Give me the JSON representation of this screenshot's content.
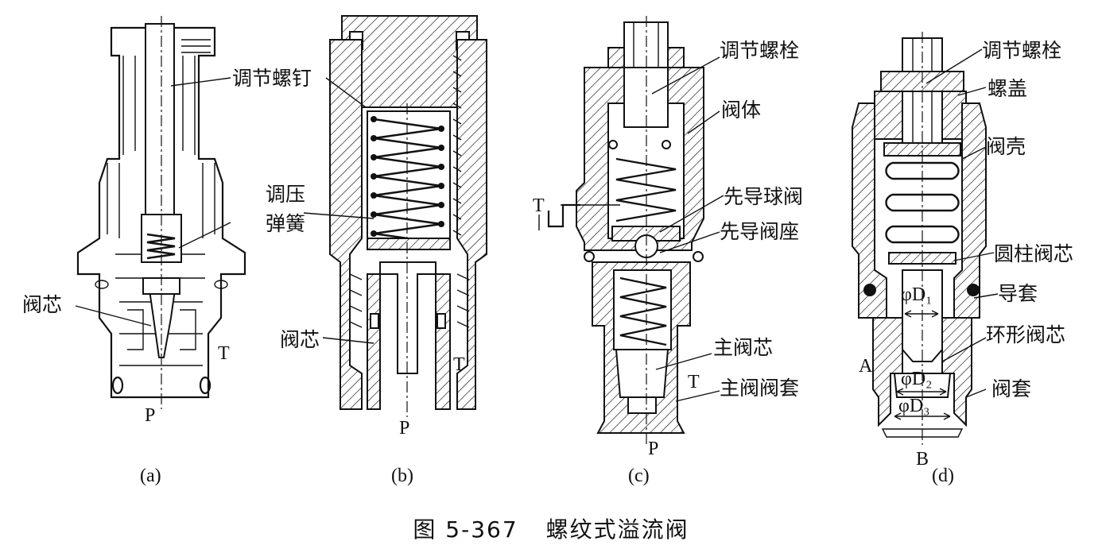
{
  "figure": {
    "number": "图 5-367",
    "title": "螺纹式溢流阀"
  },
  "panels": {
    "a": {
      "caption": "(a)",
      "labels": {
        "adjust_screw": "调节螺钉",
        "spring_line1": "调压",
        "spring_line2": "弹簧",
        "valve_core": "阀芯",
        "port_t": "T",
        "port_p": "P"
      }
    },
    "b": {
      "caption": "(b)",
      "labels": {
        "valve_core": "阀芯",
        "port_t": "T",
        "port_p": "P"
      }
    },
    "c": {
      "caption": "(c)",
      "labels": {
        "adjust_bolt": "调节螺栓",
        "valve_body": "阀体",
        "pilot_ball_valve": "先导球阀",
        "pilot_valve_seat": "先导阀座",
        "main_spool": "主阀芯",
        "main_valve_sleeve": "主阀阀套",
        "port_t_left": "T",
        "port_t_right": "T",
        "port_p": "P"
      }
    },
    "d": {
      "caption": "(d)",
      "labels": {
        "adjust_bolt": "调节螺栓",
        "cap_nut": "螺盖",
        "valve_housing": "阀壳",
        "cylindrical_spool": "圆柱阀芯",
        "guide_sleeve": "导套",
        "annular_spool": "环形阀芯",
        "valve_sleeve": "阀套",
        "d1": "φD₁",
        "d2": "φD₂",
        "d3": "φD₃",
        "port_a": "A",
        "port_b": "B"
      }
    }
  }
}
